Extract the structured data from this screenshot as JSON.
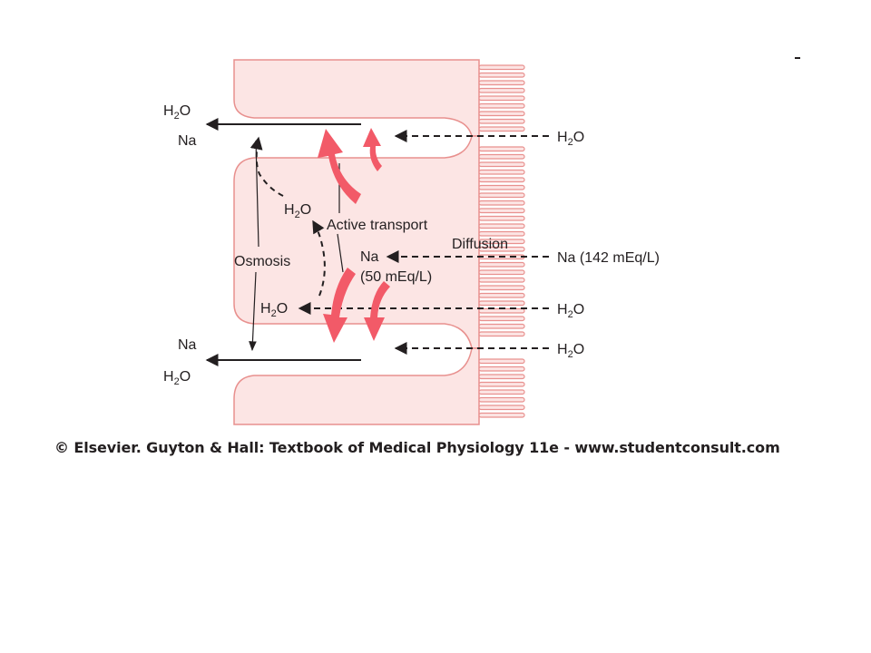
{
  "diagram": {
    "labels": {
      "h2o_out_top": "H",
      "na_out_top": "Na",
      "h2o_lumen_top": "H",
      "h2o_cell": "H",
      "active_transport": "Active transport",
      "diffusion": "Diffusion",
      "na_cell": "Na",
      "na_cell_conc": "(50 mEq/L)",
      "na_lumen": "Na (142 mEq/L)",
      "osmosis": "Osmosis",
      "h2o_basal": "H",
      "h2o_lumen_mid": "H",
      "h2o_lumen_bottom": "H",
      "na_out_bottom": "Na",
      "h2o_out_bottom": "H",
      "subscript": "2",
      "oxygen": "O"
    },
    "colors": {
      "cell_fill": "#fce5e4",
      "cell_stroke": "#e8908e",
      "active_arrow": "#f25a68",
      "line": "#231f20"
    }
  },
  "credit": "© Elsevier. Guyton & Hall: Textbook of Medical Physiology 11e - www.studentconsult.com"
}
